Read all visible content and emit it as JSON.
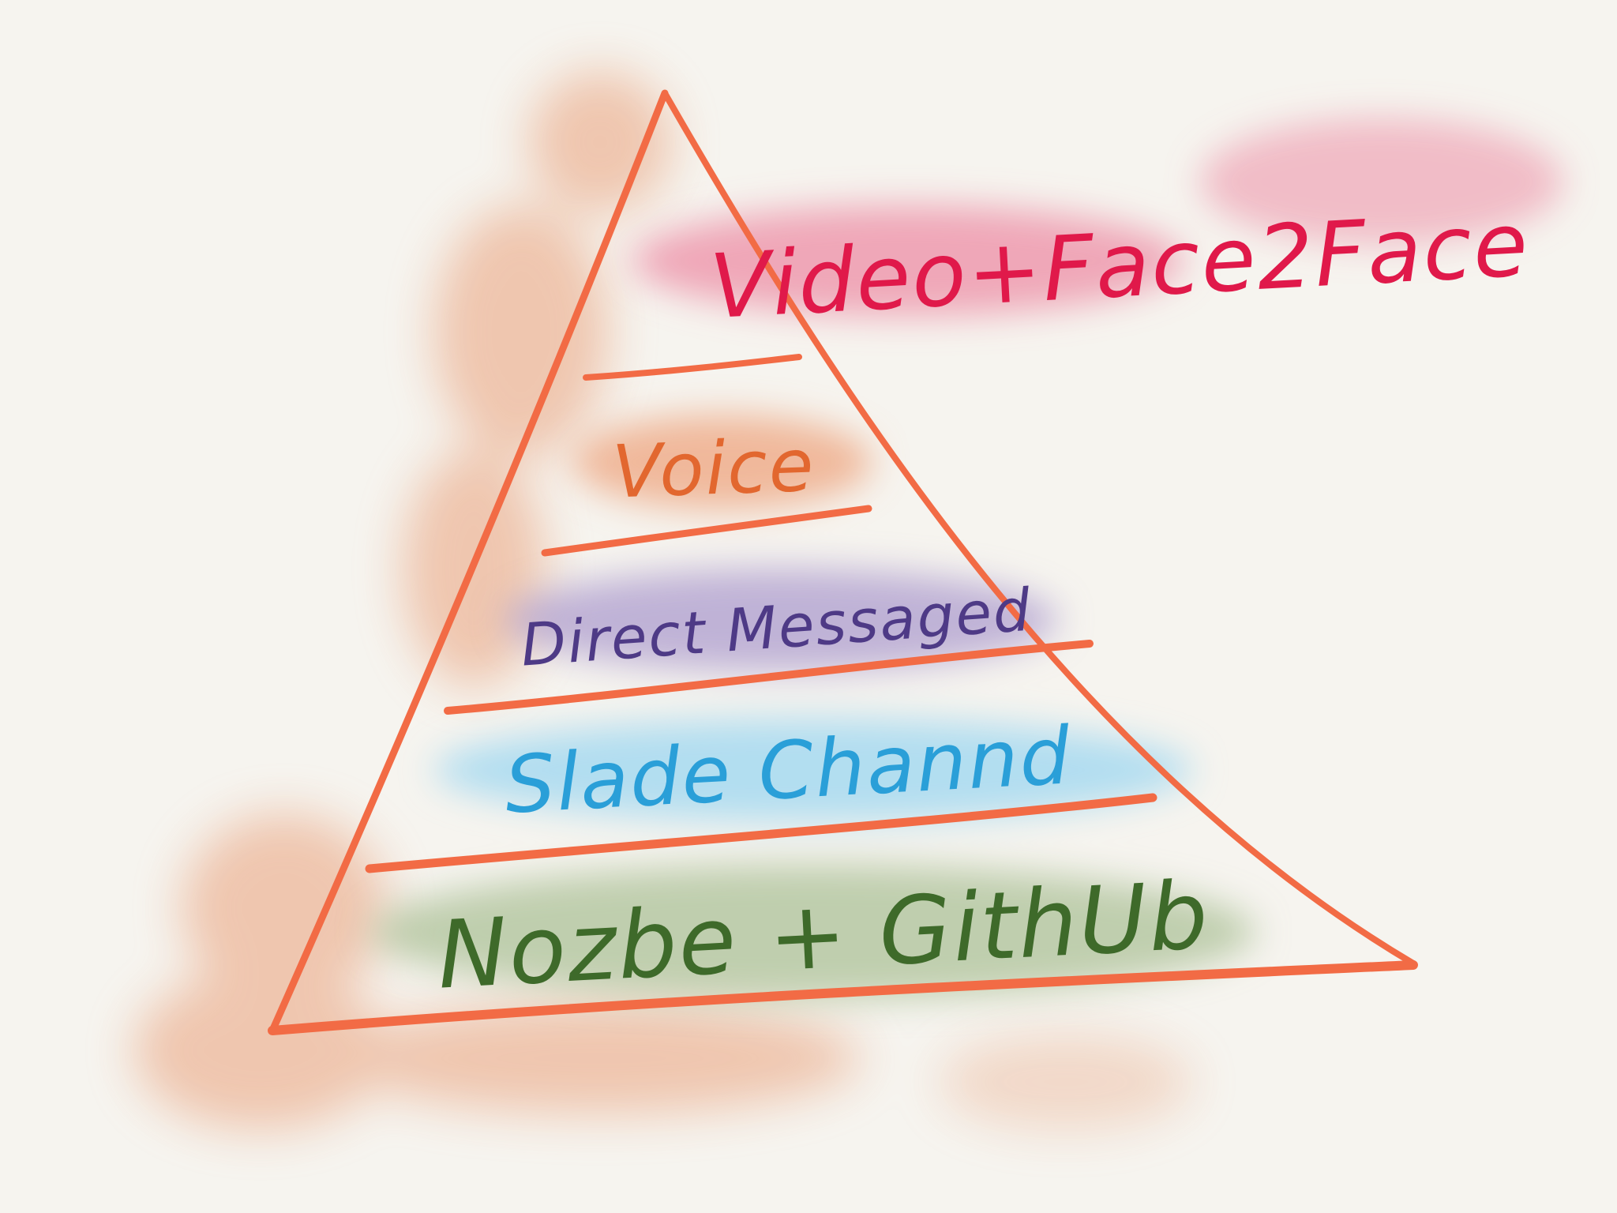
{
  "colors": {
    "background": "#f6f4ef",
    "pyramid_outline": "#f26b45",
    "left_wash": "#e9a07a",
    "tier_video": "#e0194a",
    "tier_voice": "#e2672f",
    "tier_direct": "#4e3a86",
    "tier_slack": "#2a9fd8",
    "tier_nozbe": "#3e6a2a",
    "wash_video": "#ec8ea6",
    "wash_voice": "#eda47e",
    "wash_direct": "#b1a1cf",
    "wash_slack": "#a6d9f0",
    "wash_nozbe": "#b2c49d"
  },
  "tiers": [
    {
      "id": "video",
      "label": "Video+Face2Face"
    },
    {
      "id": "voice",
      "label": "Voice"
    },
    {
      "id": "direct",
      "label": "Direct Messaged"
    },
    {
      "id": "slack",
      "label": "Slade Channd"
    },
    {
      "id": "nozbe",
      "label": "Nozbe + GithUb"
    }
  ]
}
